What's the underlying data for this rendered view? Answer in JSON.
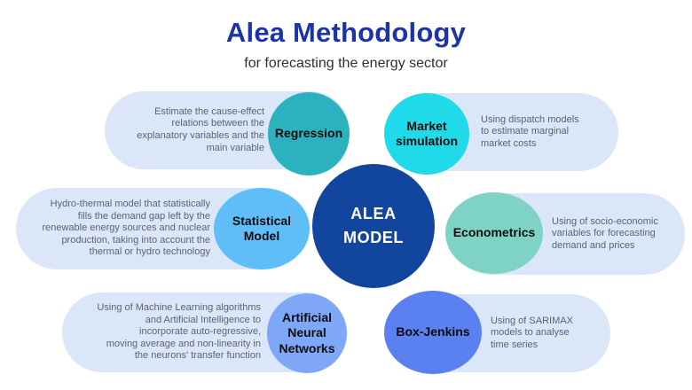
{
  "header": {
    "title": "Alea Methodology",
    "subtitle": "for forecasting the energy sector"
  },
  "colors": {
    "title": "#1c34a8",
    "subtitle": "#303030",
    "pill_bg": "#dbe6f8",
    "desc_text": "#5b6370",
    "label_text": "#0d0d0d",
    "center_bg": "#11459e",
    "center_text": "#ffffff"
  },
  "center": {
    "label": "ALEA\nMODEL"
  },
  "groups": [
    {
      "id": "regression",
      "label": "Regression",
      "color": "#2cb2be",
      "desc": "Estimate the cause-effect\nrelations between the\nexplanatory variables and the\nmain variable"
    },
    {
      "id": "market-simulation",
      "label": "Market\nsimulation",
      "color": "#20d9e9",
      "desc": "Using dispatch models\nto estimate marginal\nmarket costs"
    },
    {
      "id": "statistical-model",
      "label": "Statistical\nModel",
      "color": "#5fbef8",
      "desc": "Hydro-thermal model that statistically\nfills the demand gap left by the\nrenewable energy sources and nuclear\nproduction, taking into account the\nthermal or hydro technology"
    },
    {
      "id": "econometrics",
      "label": "Econometrics",
      "color": "#7ed3c5",
      "desc": "Using of socio-economic\nvariables for forecasting\ndemand and prices"
    },
    {
      "id": "artificial-neural-networks",
      "label": "Artificial\nNeural\nNetworks",
      "color": "#7ea7f8",
      "desc": "Using of Machine Learning algorithms\nand Artificial Intelligence to\nincorporate auto-regressive,\nmoving average and non-linearity in\nthe neurons' transfer function"
    },
    {
      "id": "box-jenkins",
      "label": "Box-Jenkins",
      "color": "#5b80ef",
      "desc": "Using of SARIMAX\nmodels to analyse\ntime series"
    }
  ]
}
